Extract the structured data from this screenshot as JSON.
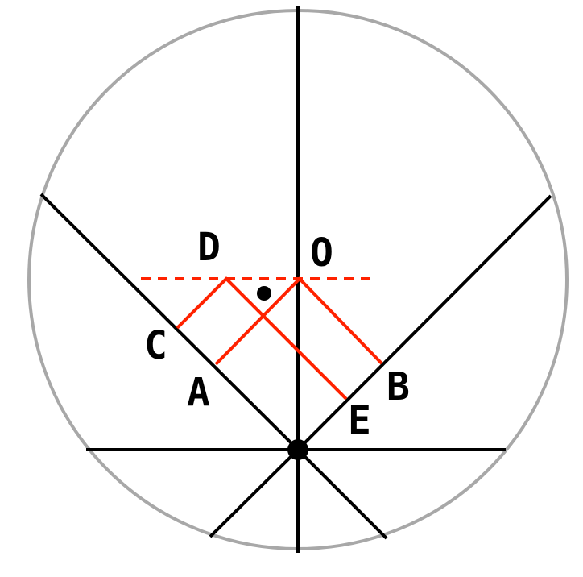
{
  "labels": {
    "D": "D",
    "O": "O",
    "C": "C",
    "A": "A",
    "B": "B",
    "E": "E"
  },
  "colors": {
    "circle": "#a8a8a8",
    "axis": "#000000",
    "path": "#ff2200",
    "dashed_line": "#ff2200",
    "background": "#ffffff"
  }
}
